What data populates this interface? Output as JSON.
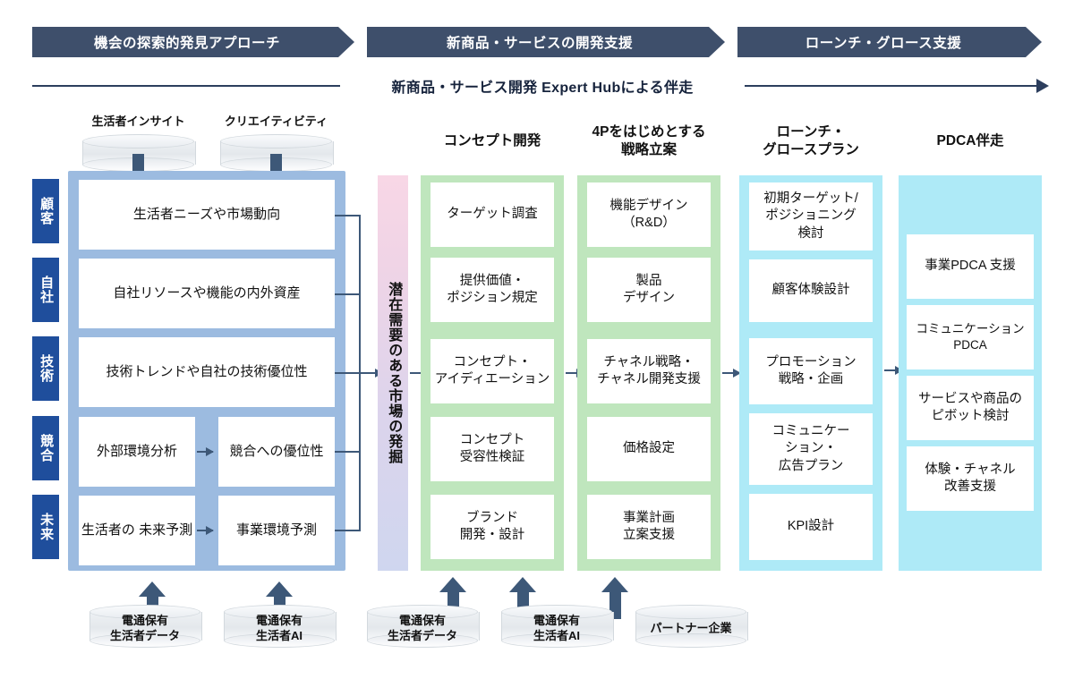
{
  "banners": [
    {
      "label": "機会の探索的発見アプローチ"
    },
    {
      "label": "新商品・サービスの開発支援"
    },
    {
      "label": "ローンチ・グロース支援"
    }
  ],
  "hub": {
    "label": "新商品・サービス開発 Expert Hubによる伴走"
  },
  "top_sources": [
    {
      "label": "生活者インサイト"
    },
    {
      "label": "クリエイティビティ"
    }
  ],
  "discovery": {
    "row_labels": [
      "顧客",
      "自社",
      "技術",
      "競合",
      "未来"
    ],
    "rows": [
      {
        "cells": [
          "生活者ニーズや市場動向"
        ]
      },
      {
        "cells": [
          "自社リソースや機能の内外資産"
        ]
      },
      {
        "cells": [
          "技術トレンドや自社の技術優位性"
        ]
      },
      {
        "cells": [
          "外部環境分析",
          "競合への優位性"
        ]
      },
      {
        "cells": [
          "生活者の\n未来予測",
          "事業環境予測"
        ]
      }
    ]
  },
  "market_column": {
    "label": "潜在需要のある市場の発掘"
  },
  "columns": [
    {
      "caption": "コンセプト開発",
      "color": "#bfe6bd",
      "items": [
        "ターゲット調査",
        "提供価値・\nポジション規定",
        "コンセプト・\nアイディエーション",
        "コンセプト\n受容性検証",
        "ブランド\n開発・設計"
      ]
    },
    {
      "caption": "4Pをはじめとする\n戦略立案",
      "color": "#bfe6bd",
      "items": [
        "機能デザイン\n（R&D）",
        "製品\nデザイン",
        "チャネル戦略・\nチャネル開発支援",
        "価格設定",
        "事業計画\n立案支援"
      ]
    },
    {
      "caption": "ローンチ・\nグロースプラン",
      "color": "#aeeaf7",
      "items": [
        "初期ターゲット/\nポジショニング\n検討",
        "顧客体験設計",
        "プロモーション\n戦略・企画",
        "コミュニケー\nション・\n広告プラン",
        "KPI設計"
      ]
    },
    {
      "caption": "PDCA伴走",
      "color": "#aeeaf7",
      "items": [
        "事業PDCA 支援",
        "コミュニケーション\nPDCA",
        "サービスや商品の\nピボット検討",
        "体験・チャネル\n改善支援"
      ]
    }
  ],
  "bottom_sources": [
    {
      "label": "電通保有\n生活者データ"
    },
    {
      "label": "電通保有\n生活者AI"
    },
    {
      "label": "電通保有\n生活者データ"
    },
    {
      "label": "電通保有\n生活者AI"
    },
    {
      "label": "パートナー企業"
    }
  ],
  "colors": {
    "banner": "#3e4f6b",
    "row_label": "#1f4e9c",
    "discovery_container": "#9cbbe0",
    "green_column": "#bfe6bd",
    "cyan_column": "#aeeaf7",
    "arrow": "#3d5878"
  }
}
